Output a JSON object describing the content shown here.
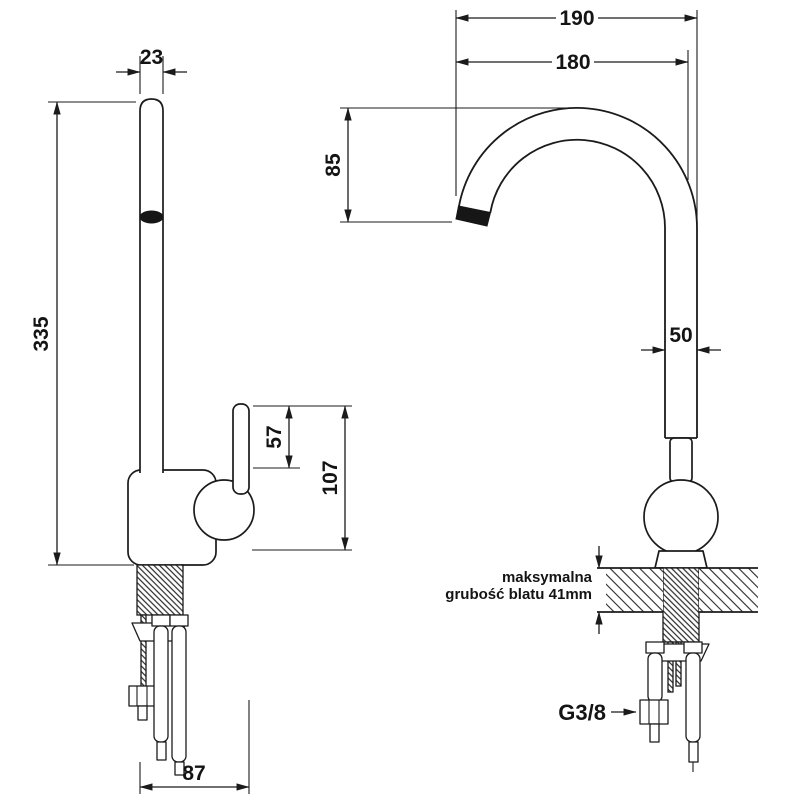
{
  "colors": {
    "line": "#1b1b1b",
    "background": "#ffffff"
  },
  "drawing": {
    "side_view": {
      "spout_width": "23",
      "total_height": "335",
      "lever_height": "57",
      "body_height": "107",
      "base_depth": "87"
    },
    "front_view": {
      "reach_outer": "190",
      "reach_inner": "180",
      "spout_drop": "85",
      "body_width": "50",
      "countertop_note_line1": "maksymalna",
      "countertop_note_line2": "grubość blatu 41mm",
      "thread_size": "G3/8"
    }
  }
}
